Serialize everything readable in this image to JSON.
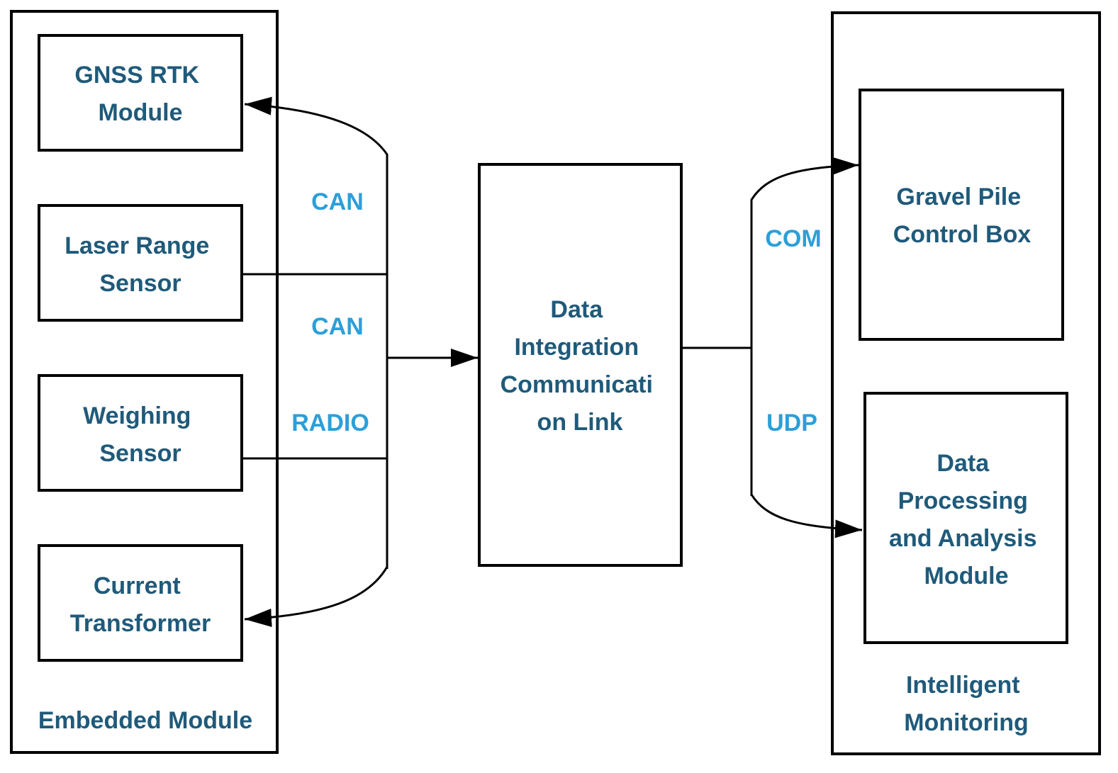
{
  "colors": {
    "text_dark": "#1f5a7a",
    "text_light": "#2c9fd8",
    "stroke": "#000000"
  },
  "embedded_module": {
    "title": "Embedded Module",
    "gnss": [
      "GNSS RTK",
      "Module"
    ],
    "laser": [
      "Laser Range",
      "Sensor"
    ],
    "weighing": [
      "Weighing",
      "Sensor"
    ],
    "current": [
      "Current",
      "Transformer"
    ]
  },
  "bus_labels": {
    "can_1": "CAN",
    "can_2": "CAN",
    "radio": "RADIO",
    "com": "COM",
    "udp": "UDP"
  },
  "integration": [
    "Data",
    "Integration",
    "Communicati",
    "on Link"
  ],
  "intelligent_monitoring": {
    "title": [
      "Intelligent",
      "Monitoring"
    ],
    "control_box": [
      "Gravel Pile",
      "Control Box"
    ],
    "processing": [
      "Data",
      "Processing",
      "and Analysis",
      "Module"
    ]
  }
}
